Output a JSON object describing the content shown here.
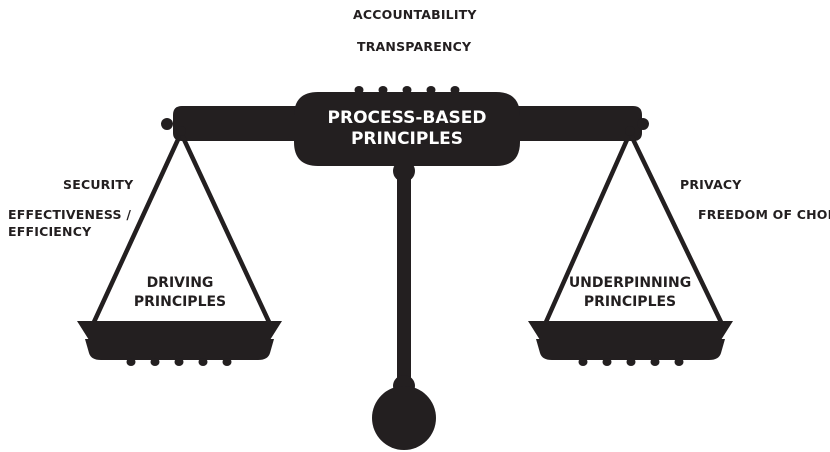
{
  "top_labels": {
    "accountability": "ACCOUNTABILITY",
    "transparency": "TRANSPARENCY"
  },
  "beam": {
    "line1": "PROCESS-BASED",
    "line2": "PRINCIPLES"
  },
  "left_side": {
    "security": "SECURITY",
    "effectiveness_line1": "EFFECTIVENESS /",
    "effectiveness_line2": "EFFICIENCY",
    "pan_line1": "DRIVING",
    "pan_line2": "PRINCIPLES"
  },
  "right_side": {
    "privacy": "PRIVACY",
    "freedom": "FREEDOM OF CHOICE",
    "pan_line1": "UNDERPINNING",
    "pan_line2": "PRINCIPLES"
  },
  "colors": {
    "ink": "#231f20",
    "background": "#ffffff",
    "beam_text": "#ffffff"
  }
}
